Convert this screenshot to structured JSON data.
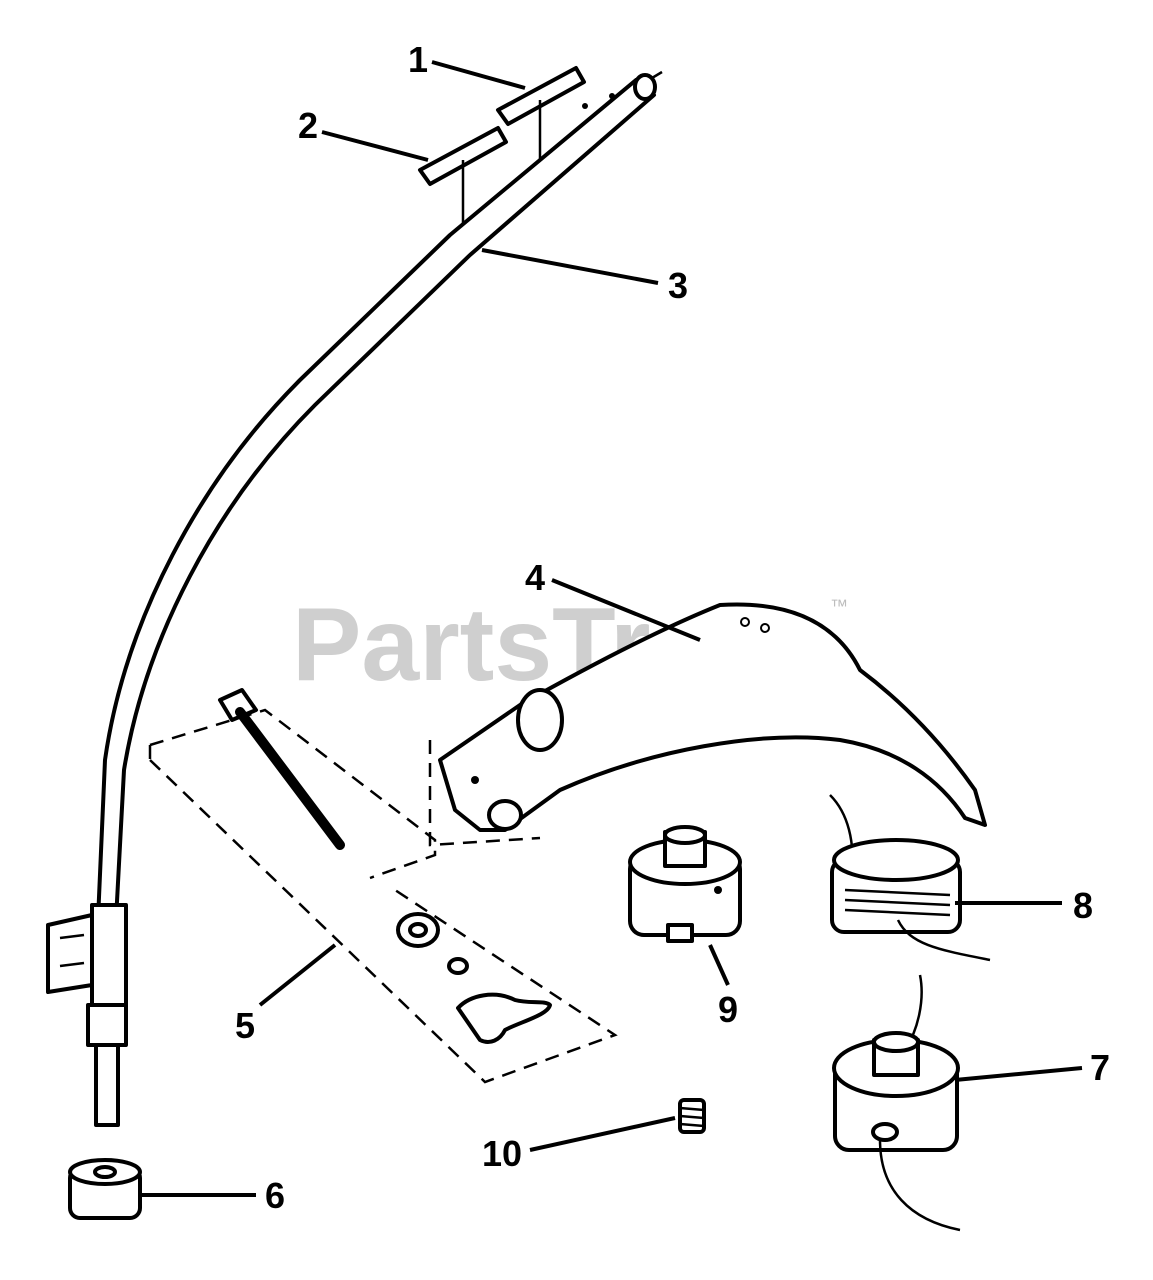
{
  "watermark": {
    "text": "PartsTree",
    "trademark": "™"
  },
  "callouts": {
    "c1": "1",
    "c2": "2",
    "c3": "3",
    "c4": "4",
    "c5": "5",
    "c6": "6",
    "c7": "7",
    "c8": "8",
    "c9": "9",
    "c10": "10"
  }
}
